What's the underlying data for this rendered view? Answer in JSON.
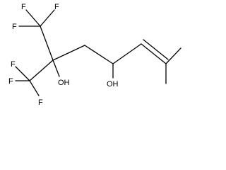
{
  "molecule": {
    "atom_labels": {
      "f1": "F",
      "f2": "F",
      "f3": "F",
      "f4": "F",
      "f5": "F",
      "f6": "F",
      "oh1": "OH",
      "oh2": "OH"
    },
    "colors": {
      "bond": "#000000",
      "text": "#000000",
      "background": "#ffffff"
    }
  }
}
